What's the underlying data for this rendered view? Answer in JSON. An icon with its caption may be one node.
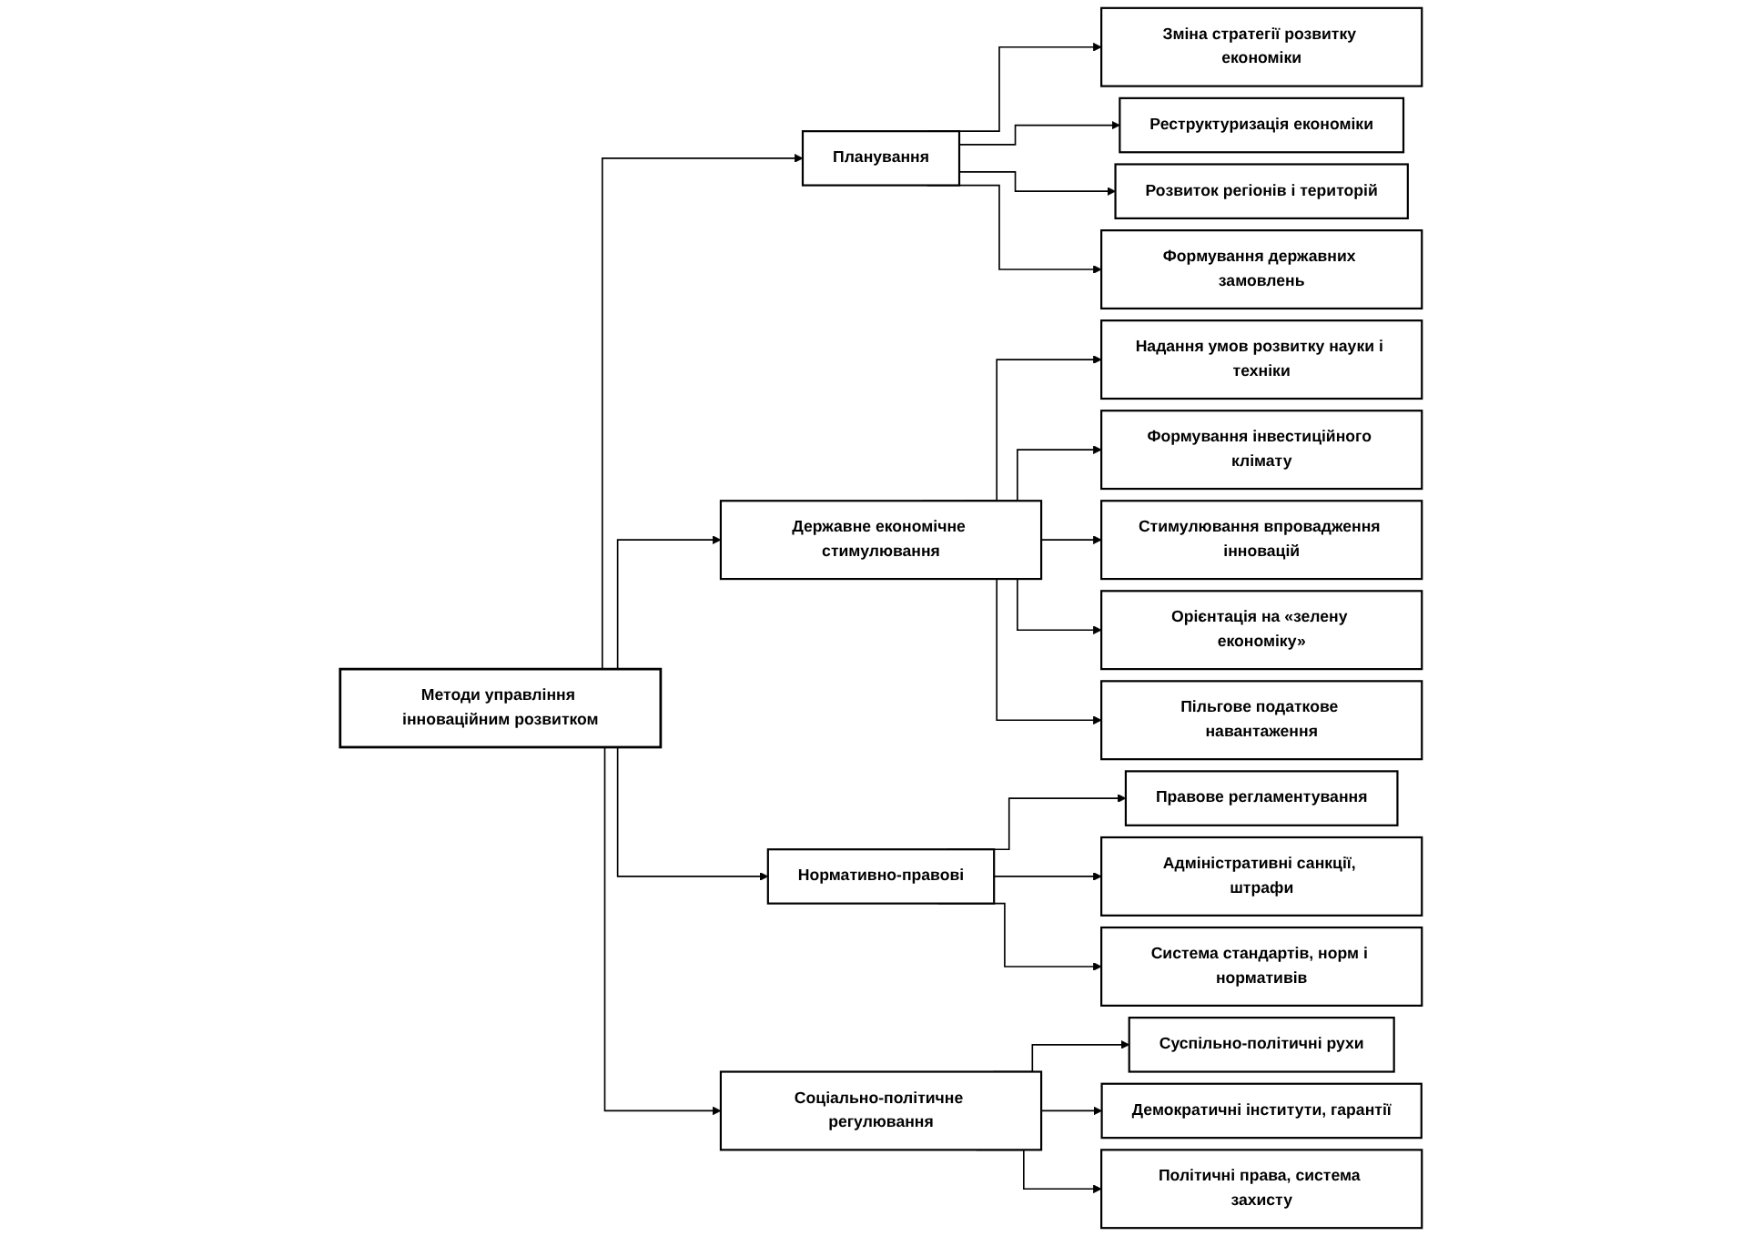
{
  "diagram": {
    "nodes": [
      {
        "text": [
          "Методи управління інноваційним розвитком"
        ]
      },
      {
        "text": [
          "Планування"
        ]
      },
      {
        "text": [
          "Державне економічне стимулювання"
        ]
      },
      {
        "text": [
          "Нормативно-правові"
        ]
      },
      {
        "text": [
          "Соціально-політичне регулювання"
        ]
      },
      {
        "text": [
          "Зміна стратегії розвитку економіки"
        ]
      },
      {
        "text": [
          "Реструктуризація економіки"
        ]
      },
      {
        "text": [
          "Розвиток регіонів і територій"
        ]
      },
      {
        "text": [
          "Формування державних замовлень"
        ]
      },
      {
        "text": [
          "Надання умов розвитку науки і техніки"
        ]
      },
      {
        "text": [
          "Формування інвестиційного клімату"
        ]
      },
      {
        "text": [
          "Стимулювання впровадження інновацій"
        ]
      },
      {
        "text": [
          "Орієнтація на «зелену економіку»"
        ]
      },
      {
        "text": [
          "Пільгове податкове навантаження"
        ]
      },
      {
        "text": [
          "Правове регламентування"
        ]
      },
      {
        "text": [
          "Адміністративні санкції, штрафи"
        ]
      },
      {
        "text": [
          "Система стандартів, норм і нормативів"
        ]
      },
      {
        "text": [
          "Суспільно-політичні рухи"
        ]
      },
      {
        "text": [
          "Демократичні інститути, гарантії"
        ]
      },
      {
        "text": [
          "Політичні права, система захисту"
        ]
      }
    ],
    "edges": [
      {
        "from": 0,
        "to": 1,
        "arrow": "to"
      },
      {
        "from": 0,
        "to": 2,
        "arrow": "to"
      },
      {
        "from": 0,
        "to": 3,
        "arrow": "to"
      },
      {
        "from": 0,
        "to": 4,
        "arrow": "to"
      },
      {
        "from": 1,
        "to": 5,
        "arrow": "to"
      },
      {
        "from": 1,
        "to": 6,
        "arrow": "to"
      },
      {
        "from": 1,
        "to": 7,
        "arrow": "to"
      },
      {
        "from": 1,
        "to": 8,
        "arrow": "to"
      },
      {
        "from": 2,
        "to": 9,
        "arrow": "to"
      },
      {
        "from": 2,
        "to": 10,
        "arrow": "to"
      },
      {
        "from": 2,
        "to": 11,
        "arrow": "to"
      },
      {
        "from": 2,
        "to": 12,
        "arrow": "to"
      },
      {
        "from": 2,
        "to": 13,
        "arrow": "to"
      },
      {
        "from": 3,
        "to": 14,
        "arrow": "to"
      },
      {
        "from": 3,
        "to": 15,
        "arrow": "to"
      },
      {
        "from": 3,
        "to": 16,
        "arrow": "to"
      },
      {
        "from": 4,
        "to": 17,
        "arrow": "to"
      },
      {
        "from": 4,
        "to": 18,
        "arrow": "to"
      },
      {
        "from": 4,
        "to": 19,
        "arrow": "to"
      }
    ]
  }
}
